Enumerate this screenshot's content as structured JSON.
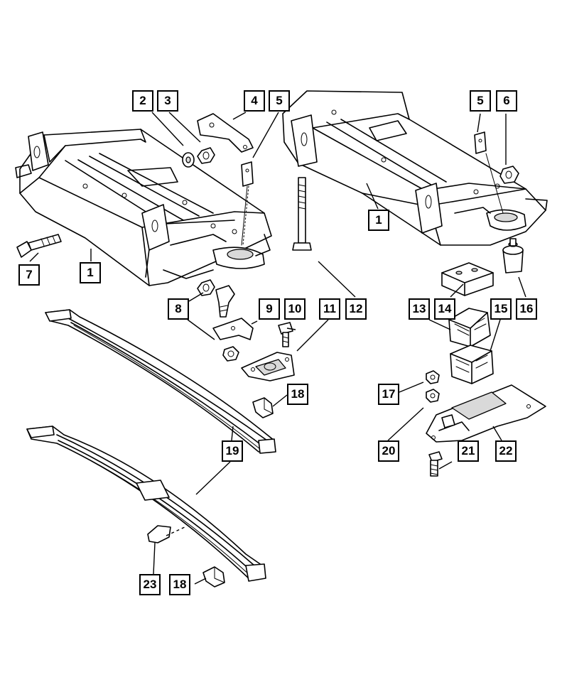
{
  "callouts": [
    {
      "id": "c2a",
      "label": "2"
    },
    {
      "id": "c3a",
      "label": "3"
    },
    {
      "id": "c4a",
      "label": "4"
    },
    {
      "id": "c5a",
      "label": "5"
    },
    {
      "id": "c5b",
      "label": "5"
    },
    {
      "id": "c6a",
      "label": "6"
    },
    {
      "id": "c1a",
      "label": "1"
    },
    {
      "id": "c1b",
      "label": "1"
    },
    {
      "id": "c7a",
      "label": "7"
    },
    {
      "id": "c8a",
      "label": "8"
    },
    {
      "id": "c9a",
      "label": "9"
    },
    {
      "id": "c10a",
      "label": "10"
    },
    {
      "id": "c11a",
      "label": "11"
    },
    {
      "id": "c12a",
      "label": "12"
    },
    {
      "id": "c13a",
      "label": "13"
    },
    {
      "id": "c14a",
      "label": "14"
    },
    {
      "id": "c15a",
      "label": "15"
    },
    {
      "id": "c16a",
      "label": "16"
    },
    {
      "id": "c17a",
      "label": "17"
    },
    {
      "id": "c18a",
      "label": "18"
    },
    {
      "id": "c18b",
      "label": "18"
    },
    {
      "id": "c19a",
      "label": "19"
    },
    {
      "id": "c20a",
      "label": "20"
    },
    {
      "id": "c21a",
      "label": "21"
    },
    {
      "id": "c22a",
      "label": "22"
    },
    {
      "id": "c23a",
      "label": "23"
    }
  ],
  "colors": {
    "line": "#000000",
    "background": "#ffffff",
    "shade": "#d9d9d9"
  }
}
